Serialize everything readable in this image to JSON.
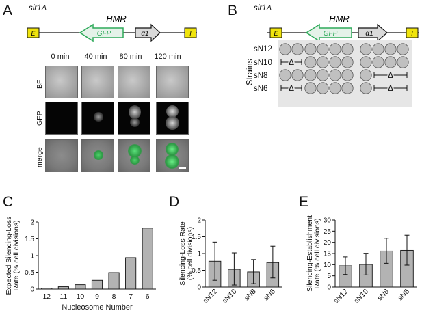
{
  "panelA": {
    "letter": "A",
    "genotype": "sir1Δ",
    "locus": "HMR",
    "genes": {
      "e": "E",
      "gfp": "GFP",
      "a1": "α1",
      "i": "I"
    },
    "timepoints": [
      "0 min",
      "40 min",
      "80 min",
      "120 min"
    ],
    "rows": [
      "BF",
      "GFP",
      "merge"
    ],
    "colors": {
      "silencer": "#f0e40c",
      "gfp_green": "#2eaa5a",
      "gfp_fill": "#e5f2e9",
      "a1_fill": "#d9d9d9"
    }
  },
  "panelB": {
    "letter": "B",
    "genotype": "sir1Δ",
    "locus": "HMR",
    "genes": {
      "e": "E",
      "gfp": "GFP",
      "a1": "α1",
      "i": "I"
    },
    "strains_axis": "Strains",
    "strains": [
      "sN12",
      "sN10",
      "sN8",
      "sN6"
    ],
    "deletion_symbol": "Δ",
    "colors": {
      "nucleosome": "#c0c0c0",
      "box_bg": "#e6e6e6"
    }
  },
  "chart_data": [
    {
      "panel": "C",
      "type": "bar",
      "ylabel": "Expected Silencing-Loss Rate (% cell divisions)",
      "ylabel_lines": [
        "Expected Silencing-Loss",
        "Rate (% cell divisions)"
      ],
      "xlabel": "Nucleosome Number",
      "categories": [
        "12",
        "11",
        "10",
        "9",
        "8",
        "7",
        "6"
      ],
      "values": [
        0.03,
        0.07,
        0.13,
        0.26,
        0.49,
        0.94,
        1.82
      ],
      "ylim": [
        0,
        2
      ],
      "yticks": [
        "0",
        "0.5",
        "1",
        "1.5",
        "2"
      ],
      "bar_color": "#b3b3b3"
    },
    {
      "panel": "D",
      "type": "bar",
      "ylabel": "Silencing-Loss Rate (% cell divisions)",
      "ylabel_lines": [
        "Silencing-Loss Rate",
        "(% cell divisions)"
      ],
      "categories": [
        "sN12",
        "sN10",
        "sN8",
        "sN6"
      ],
      "values": [
        0.77,
        0.53,
        0.45,
        0.73
      ],
      "error_upper": [
        1.34,
        1.02,
        0.82,
        1.22
      ],
      "error_lower": [
        0.2,
        0.06,
        0.1,
        0.27
      ],
      "ylim": [
        0,
        2
      ],
      "yticks": [
        "0",
        "0.5",
        "1",
        "1.5",
        "2"
      ],
      "bar_color": "#b3b3b3"
    },
    {
      "panel": "E",
      "type": "bar",
      "ylabel": "Silencing-Establishment Rate (% cell divisions)",
      "ylabel_lines": [
        "Silencing-Establishment",
        "Rate (% cell divisions)"
      ],
      "categories": [
        "sN12",
        "sN10",
        "sN8",
        "sN6"
      ],
      "values": [
        9.5,
        10.1,
        16.1,
        16.4
      ],
      "error_upper": [
        13.5,
        15.1,
        21.8,
        23.2
      ],
      "error_lower": [
        5.6,
        5.4,
        10.6,
        9.8
      ],
      "ylim": [
        0,
        30
      ],
      "yticks": [
        "0",
        "5",
        "10",
        "15",
        "20",
        "25",
        "30"
      ],
      "bar_color": "#b3b3b3"
    }
  ],
  "panel_letters": {
    "c": "C",
    "d": "D",
    "e": "E"
  }
}
